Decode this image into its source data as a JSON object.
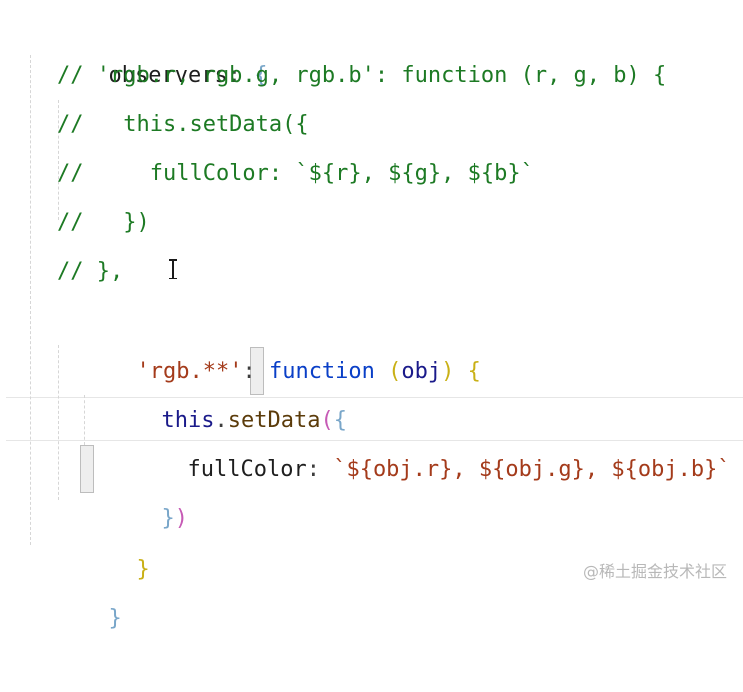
{
  "editor": {
    "lines": [
      {
        "segments": [
          "observers",
          ": ",
          "{"
        ]
      },
      {
        "segments": [
          "// 'rgb.r, rgb.g, rgb.b': function (r, g, b) {"
        ]
      },
      {
        "segments": [
          "//   this.setData({"
        ]
      },
      {
        "segments": [
          "//     fullColor: `${r}, ${g}, ${b}`"
        ]
      },
      {
        "segments": [
          "//   })"
        ]
      },
      {
        "segments": [
          "// },"
        ]
      },
      {
        "segments": [
          "'rgb.**'",
          ": ",
          "function",
          " ",
          "(",
          "obj",
          ")",
          " ",
          "{"
        ]
      },
      {
        "segments": [
          "this",
          ".",
          "setData",
          "(",
          "{"
        ]
      },
      {
        "segments": [
          "fullColor",
          ": ",
          "`${obj.r}, ${obj.g}, ${obj.b}`"
        ]
      },
      {
        "segments": [
          "}",
          ")"
        ]
      },
      {
        "segments": [
          "}"
        ]
      },
      {
        "segments": [
          "}"
        ]
      }
    ]
  },
  "watermark": "@稀土掘金技术社区",
  "colors": {
    "comment": "#1d7a24",
    "string": "#a43b1b",
    "keyword": "#0a3fc7",
    "bracket_blue": "#79a6c9",
    "bracket_yellow": "#c9b016",
    "bracket_pink": "#c65ab5"
  }
}
